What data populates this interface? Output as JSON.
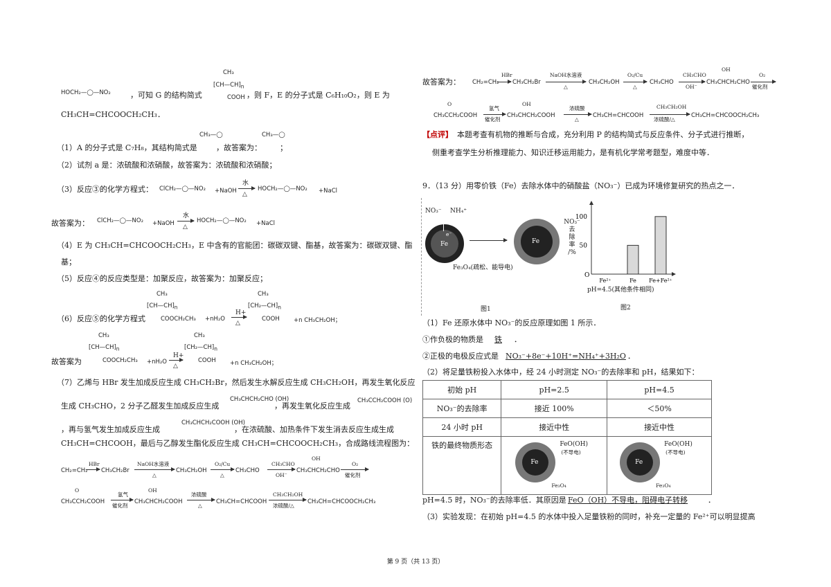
{
  "left": {
    "l1": "，可知 G 的结构简式",
    "l1b": "，则 F，E 的分子式是 C₆H₁₀O₂，则 E 为",
    "l2": "CH₃CH=CHCOOCH₂CH₃．",
    "q1": "（1）A 的分子式是 C₇H₈，其结构简式是",
    "q1b": "，故答案为：",
    "q1c": "；",
    "q2": "（2）试剂 a 是：浓硫酸和浓硝酸，故答案为：浓硫酸和浓硝酸；",
    "q3": "（3）反应③的化学方程式：",
    "q3b": "故答案为：",
    "q4a": "（4）E 为 CH₃CH=CHCOOCH₂CH₃，E 中含有的官能团：碳碳双键、酯基，故答案为：碳碳双键、酯",
    "q4b": "基；",
    "q5": "（5）反应④的反应类型是：加聚反应，故答案为：加聚反应；",
    "q6": "（6）反应⑤的化学方程式",
    "q6b": "故答案为",
    "q7a": "（7）乙烯与 HBr 发生加成反应生成 CH₃CH₂Br，然后发生水解反应生成 CH₃CH₂OH，再发生氧化反应",
    "q7b1": "生成 CH₃CHO，2 分子乙醛发生加成反应生成",
    "q7b2": "，再发生氧化反应生成",
    "q7c1": "，再与氢气发生加成反应生成",
    "q7c2": "，在浓硫酸、加热条件下发生消去反应生成生成",
    "q7d": "CH₃CH=CHCOOH，最后与乙醇发生酯化反应生成 CH₃CH=CHCOOCH₂CH₃，合成路线流程图为："
  },
  "molecules": {
    "nitro_benzyl_alcohol": "HOCH₂—◯—NO₂",
    "polymer_acid": "[CH—CH]n (CH₃ / COOH)",
    "toluene": "CH₃—◯",
    "cl_nitro": "ClCH₂—◯—NO₂",
    "naoh": "+NaOH",
    "nacl": "+NaCl",
    "hoch2": "HOCH₂—◯—NO₂",
    "polymer_ester": "[CH—CH]n (CH₃ / COOCH₂CH₃)",
    "nh2o": "+nH₂O",
    "nh2o_cond": "H+",
    "ethanol": "+n CH₃CH₂OH；",
    "aldol": "CH₃CHCH₂CHO (OH)",
    "ketoacid": "CH₃CCH₂COOH (O)",
    "hydroxyacid": "CH₃CHCH₂COOH (OH)"
  },
  "route": {
    "s1": "CH₂=CH₂",
    "c1": "HBr",
    "s2": "CH₃CH₂Br",
    "c2": "NaOH水溶液",
    "c2b": "△",
    "s3": "CH₃CH₂OH",
    "c3": "O₂/Cu",
    "c3b": "△",
    "s4": "CH₃CHO",
    "c4": "CH₃CHO",
    "c4b": "OH⁻",
    "s5": "CH₃CHCH₂CHO",
    "s5top": "OH",
    "c5": "O₂",
    "c5b": "催化剂",
    "s6": "CH₃CCH₂COOH",
    "s6top": "O",
    "c6": "氢气",
    "c6b": "催化剂",
    "s7": "CH₃CHCH₂COOH",
    "s7top": "OH",
    "c7": "浓硫酸",
    "c7b": "△",
    "s8": "CH₃CH=CHCOOH",
    "c8": "CH₃CH₂OH",
    "c8b": "浓硫酸/△",
    "s9": "CH₃CH=CHCOOCH₂CH₃",
    "water_label": "水",
    "delta": "△"
  },
  "right": {
    "ans_label": "故答案为：",
    "comment_tag": "【点评】",
    "comment1": "本题考查有机物的推断与合成，充分利用 P 的结构简式与反应条件、分子式进行推断，",
    "comment2": "侧重考查学生分析推理能力、知识迁移运用能力，是有机化学常考题型，难度中等．",
    "q9": "9．（13 分）用零价铁（Fe）去除水体中的硝酸盐（NO₃⁻）已成为环境修复研究的热点之一．",
    "fig1_no3": "NO₃⁻",
    "fig1_nh4": "NH₄⁺",
    "fig1_e": "e⁻",
    "fig1_fe": "Fe",
    "fig1_fe2": "Fe",
    "fig1_fe3o4": "Fe₃O₄(疏松、能导电)",
    "fig1_caption": "图1",
    "fig2_ylabel": [
      "NO₃⁻",
      "去",
      "除",
      "率",
      "/%"
    ],
    "fig2_caption": "图2",
    "fig2_note": "pH=4.5(其他条件相同)",
    "fig2_origin": "O",
    "p1": "（1）Fe 还原水体中 NO₃⁻的反应原理如图 1 所示．",
    "p2a": "①作负极的物质是",
    "p2ans": "铁",
    "p2b": "．",
    "p3a": "②正极的电极反应式是",
    "p3ans": "NO₃⁻+8e⁻+10H⁺=NH₄⁺+3H₂O",
    "p3b": "．",
    "p4": "（2）将足量铁粉投入水体中，经 24 小时测定 NO₃⁻的去除率和 pH，结果如下：",
    "p5a": "pH=4.5 时，NO₃⁻的去除率低．其原因是",
    "p5ans": "FeO（OH）不导电，阻碍电子转移",
    "p5b": "．",
    "p6": "（3）实验发现：在初始 pH=4.5 的水体中投入足量铁粉的同时，补充一定量的 Fe²⁺可以明显提高"
  },
  "table": {
    "rows": [
      [
        "初始 pH",
        "pH=2.5",
        "pH=4.5"
      ],
      [
        "NO₃⁻的去除率",
        "接近 100%",
        "＜50%"
      ],
      [
        "24 小时 pH",
        "接近中性",
        "接近中性"
      ],
      [
        "铁的最终物质形态",
        "",
        ""
      ]
    ],
    "core": "Fe",
    "feooh": "FeO(OH)",
    "feooh_note": "(不导电)",
    "fe3o4": "Fe₃O₄"
  },
  "chart_data": {
    "type": "bar",
    "categories": [
      "Fe²⁺",
      "Fe",
      "Fe+Fe²⁺"
    ],
    "values": [
      0,
      50,
      100
    ],
    "ylabel": "NO₃⁻去除率/%",
    "xlabel": "pH=4.5(其他条件相同)",
    "yticks": [
      50,
      100
    ],
    "ylim": [
      0,
      125
    ],
    "colors": {
      "bar": "#d9d9d9"
    }
  },
  "footer": "第 9 页（共 13 页）"
}
